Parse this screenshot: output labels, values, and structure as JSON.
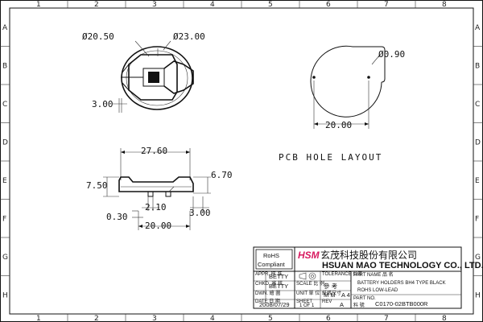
{
  "grid": {
    "columns": [
      "1",
      "2",
      "3",
      "4",
      "5",
      "6",
      "7",
      "8"
    ],
    "rows": [
      "A",
      "B",
      "C",
      "D",
      "E",
      "F",
      "G",
      "H"
    ]
  },
  "top_view": {
    "dim_inner_dia": "Ø20.50",
    "dim_outer_dia": "Ø23.00",
    "dim_offset": "3.00"
  },
  "pcb_layout": {
    "dim_hole_dia": "Ø0.90",
    "dim_pitch": "20.00",
    "caption": "PCB HOLE LAYOUT"
  },
  "side_view": {
    "dim_length": "27.60",
    "dim_height": "7.50",
    "dim_pin_len": "6.70",
    "dim_pin_width": "2.10",
    "dim_pin_thick": "0.30",
    "dim_base": "20.00",
    "dim_tail": "3.00"
  },
  "title_block": {
    "rohs_line1": "RoHS",
    "rohs_line2": "Compliant",
    "logo": "HSM",
    "company_cn": "玄茂科技股份有限公司",
    "company_en": "HSUAN MAO TECHNOLOGY CO., LTD.",
    "appr_label": "APPR. 核 准",
    "appr_name": "BETTY",
    "chkd_label": "CHKD. 審 核",
    "chkd_name": "BETTY",
    "dwn_label": "DWN. 繪 圖",
    "date_label": "DATE 日 期",
    "date": "2008/07/29",
    "tolerance_label": "TOLERANCE 公差",
    "scale_label": "SCALE 比 例",
    "scale_value": "參 考",
    "unit_label": "UNIT 單 位",
    "unit_value": "M M",
    "sheet_label": "SHEET",
    "sheet_value": "1 OF 1",
    "size_label": "紙張尺寸",
    "size_value": "A 4",
    "rev_label": "REV",
    "rev_value": "A",
    "part_name_label": "PART NAME 品 名",
    "part_name_1": "BATTERY HOLDERS BH4 TYPE BLACK",
    "part_name_2": "ROHS LOW-LEAD",
    "part_no_label": "PART NO.",
    "part_no_cn": "料 號",
    "part_no": "C0170-02BTB000R"
  }
}
